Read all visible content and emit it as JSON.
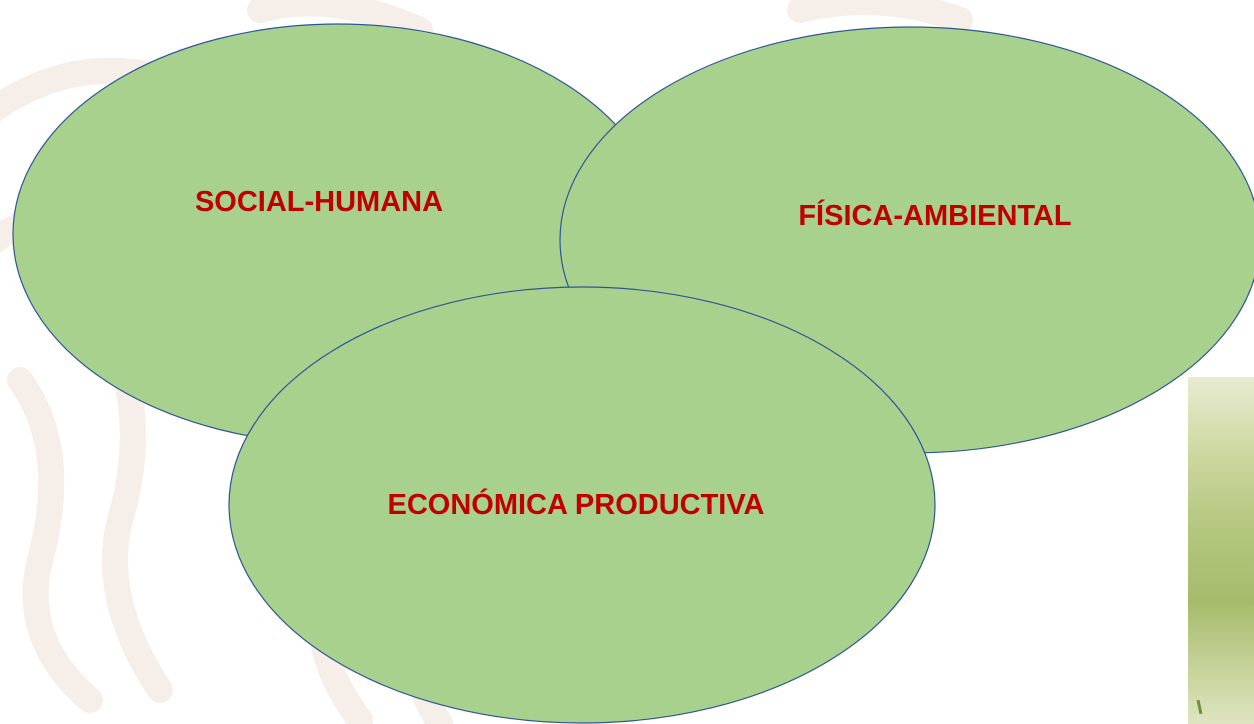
{
  "colors": {
    "ellipse_fill": "#a9d18e",
    "ellipse_stroke": "#2f5597",
    "label_text": "#c00000",
    "watermark": "#f6eee9"
  },
  "diagram": {
    "nodes": [
      {
        "id": "social-humana",
        "label": "SOCIAL-HUMANA"
      },
      {
        "id": "fisica-ambiental",
        "label": "FÍSICA-AMBIENTAL"
      },
      {
        "id": "economica-productiva",
        "label": "ECONÓMICA PRODUCTIVA"
      }
    ]
  },
  "decor": {
    "watermark_icon": "government-pattern-watermark",
    "photo": "green-foliage-photo"
  }
}
